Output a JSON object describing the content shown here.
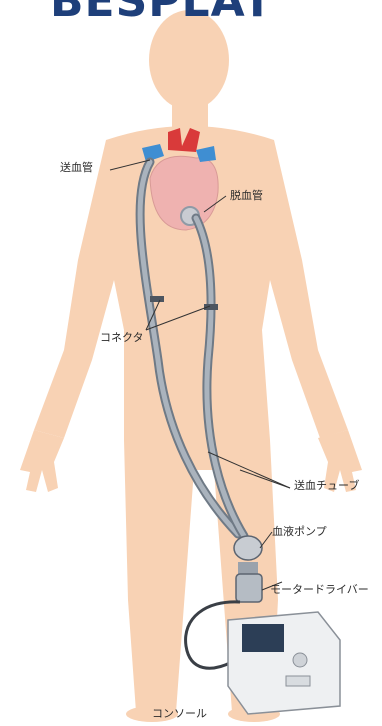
{
  "title": "BESPLAT",
  "labels": {
    "outflow_cannula": "送血管",
    "inflow_cannula": "脱血管",
    "connector": "コネクタ",
    "blood_tubes": "送血チューブ",
    "blood_pump": "血液ポンプ",
    "motor_driver": "モータードライバー",
    "console": "コンソール"
  },
  "colors": {
    "skin": "#f8d2b4",
    "heart": "#efb2b0",
    "aorta": "#d93a3a",
    "vessel_blue": "#3f8ed2",
    "tube": "#8f9aa6",
    "title": "#1e3f7a"
  }
}
